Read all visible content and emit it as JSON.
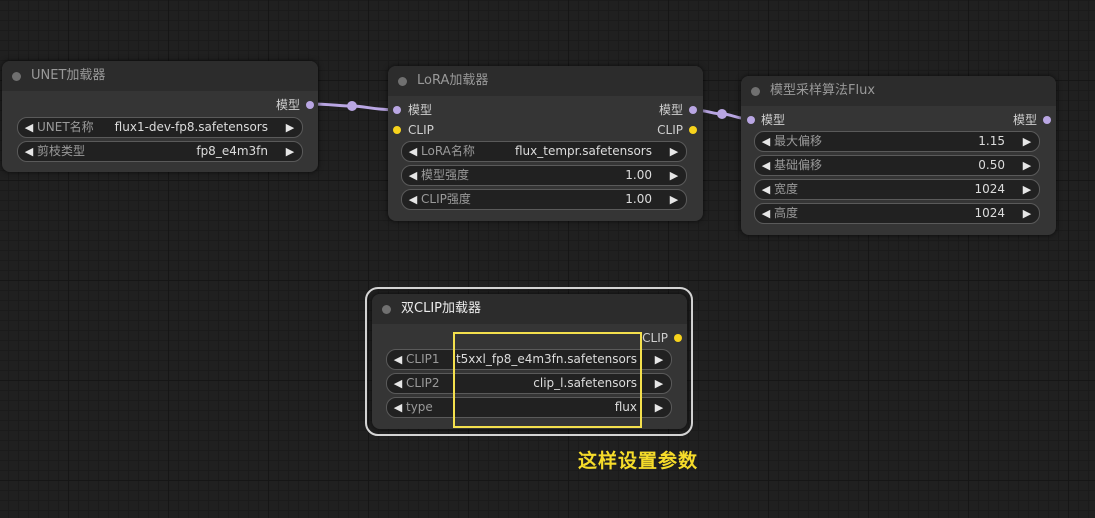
{
  "colors": {
    "model_port": "#b9a6e3",
    "clip_port": "#f7d31c",
    "link_model": "#b9a6e3",
    "annotation": "#f6dc2a",
    "highlight_box": "#f4e04d"
  },
  "unet_loader": {
    "title": "UNET加载器",
    "output_label": "模型",
    "widgets": [
      {
        "label": "UNET名称",
        "value": "flux1-dev-fp8.safetensors"
      },
      {
        "label": "剪枝类型",
        "value": "fp8_e4m3fn"
      }
    ]
  },
  "lora_loader": {
    "title": "LoRA加载器",
    "input_model": "模型",
    "input_clip": "CLIP",
    "output_model": "模型",
    "output_clip": "CLIP",
    "widgets": [
      {
        "label": "LoRA名称",
        "value": "flux_tempr.safetensors"
      },
      {
        "label": "模型强度",
        "value": "1.00"
      },
      {
        "label": "CLIP强度",
        "value": "1.00"
      }
    ]
  },
  "model_sampling_flux": {
    "title": "模型采样算法Flux",
    "input_model": "模型",
    "output_model": "模型",
    "widgets": [
      {
        "label": "最大偏移",
        "value": "1.15"
      },
      {
        "label": "基础偏移",
        "value": "0.50"
      },
      {
        "label": "宽度",
        "value": "1024"
      },
      {
        "label": "高度",
        "value": "1024"
      }
    ]
  },
  "dual_clip_loader": {
    "title": "双CLIP加载器",
    "output_clip": "CLIP",
    "widgets": [
      {
        "label": "CLIP1",
        "value": "t5xxl_fp8_e4m3fn.safetensors"
      },
      {
        "label": "CLIP2",
        "value": "clip_l.safetensors"
      },
      {
        "label": "type",
        "value": "flux"
      }
    ]
  },
  "annotation": {
    "text": "这样设置参数"
  }
}
